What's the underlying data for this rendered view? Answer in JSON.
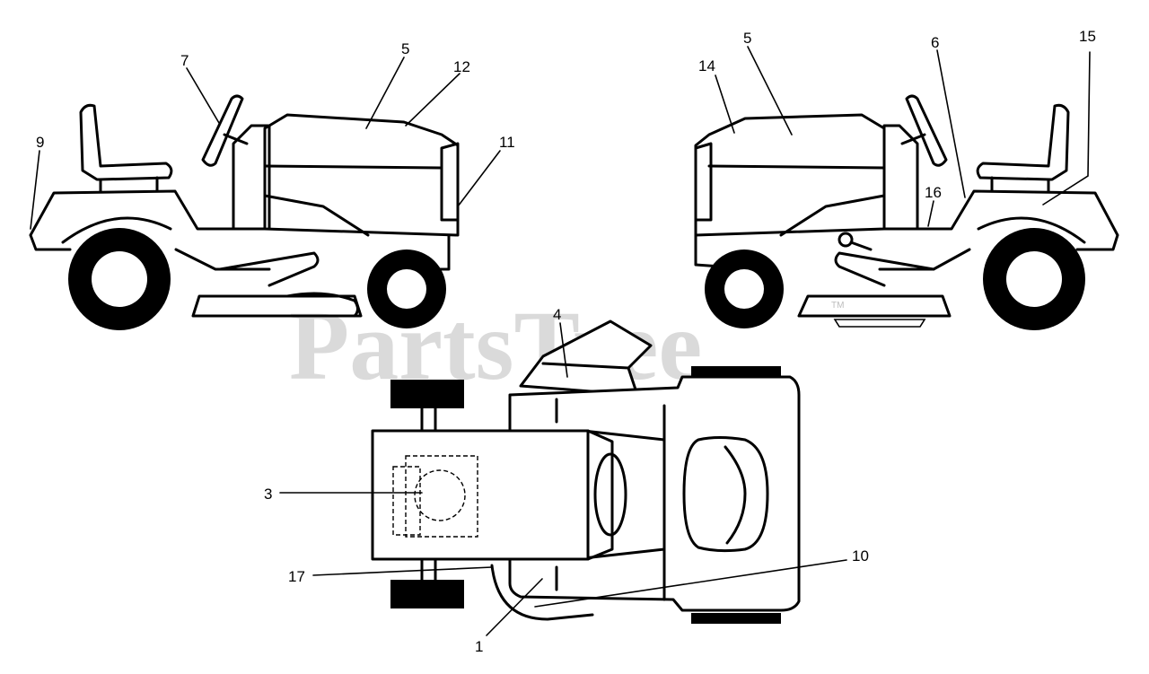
{
  "watermark": {
    "text": "PartsTree",
    "tm": "TM"
  },
  "callouts": {
    "c1": "1",
    "c3": "3",
    "c4": "4",
    "c5a": "5",
    "c5b": "5",
    "c6": "6",
    "c7": "7",
    "c9": "9",
    "c10": "10",
    "c11": "11",
    "c12": "12",
    "c14": "14",
    "c15": "15",
    "c16": "16",
    "c17": "17"
  }
}
